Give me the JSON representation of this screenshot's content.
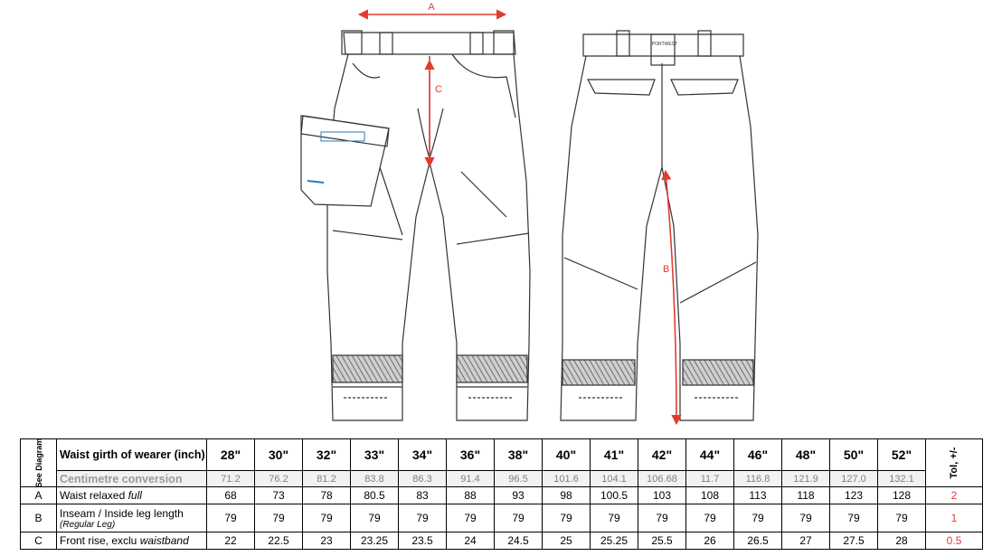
{
  "diagram": {
    "labels": {
      "a": "A",
      "b": "B",
      "c": "C"
    },
    "brand_text": "PORTWEST",
    "colors": {
      "measure": "#e03c31",
      "line": "#333333",
      "accent": "#2a7ab8"
    }
  },
  "table": {
    "see_diagram": "See Diagram",
    "tolerance_header": "Tol, +/-",
    "waist_label": "Waist girth of wearer (inch)",
    "sizes": [
      "28\"",
      "30\"",
      "32\"",
      "33\"",
      "34\"",
      "36\"",
      "38\"",
      "40\"",
      "41\"",
      "42\"",
      "44\"",
      "46\"",
      "48\"",
      "50\"",
      "52\""
    ],
    "cm_label": "Centimetre conversion",
    "cm": [
      "71.2",
      "76.2",
      "81.2",
      "83.8",
      "86.3",
      "91.4",
      "96.5",
      "101.6",
      "104.1",
      "106.68",
      "11.7",
      "116.8",
      "121.9",
      "127.0",
      "132.1"
    ],
    "rows": [
      {
        "code": "A",
        "label": "Waist relaxed",
        "label_italic": "full",
        "values": [
          "68",
          "73",
          "78",
          "80.5",
          "83",
          "88",
          "93",
          "98",
          "100.5",
          "103",
          "108",
          "113",
          "118",
          "123",
          "128"
        ],
        "tol": "2"
      },
      {
        "code": "B",
        "label": "Inseam / Inside leg length",
        "sub": "(Regular Leg)",
        "values": [
          "79",
          "79",
          "79",
          "79",
          "79",
          "79",
          "79",
          "79",
          "79",
          "79",
          "79",
          "79",
          "79",
          "79",
          "79"
        ],
        "tol": "1"
      },
      {
        "code": "C",
        "label": "Front rise, exclu",
        "label_italic": "waistband",
        "values": [
          "22",
          "22.5",
          "23",
          "23.25",
          "23.5",
          "24",
          "24.5",
          "25",
          "25.25",
          "25.5",
          "26",
          "26.5",
          "27",
          "27.5",
          "28"
        ],
        "tol": "0.5"
      }
    ]
  }
}
